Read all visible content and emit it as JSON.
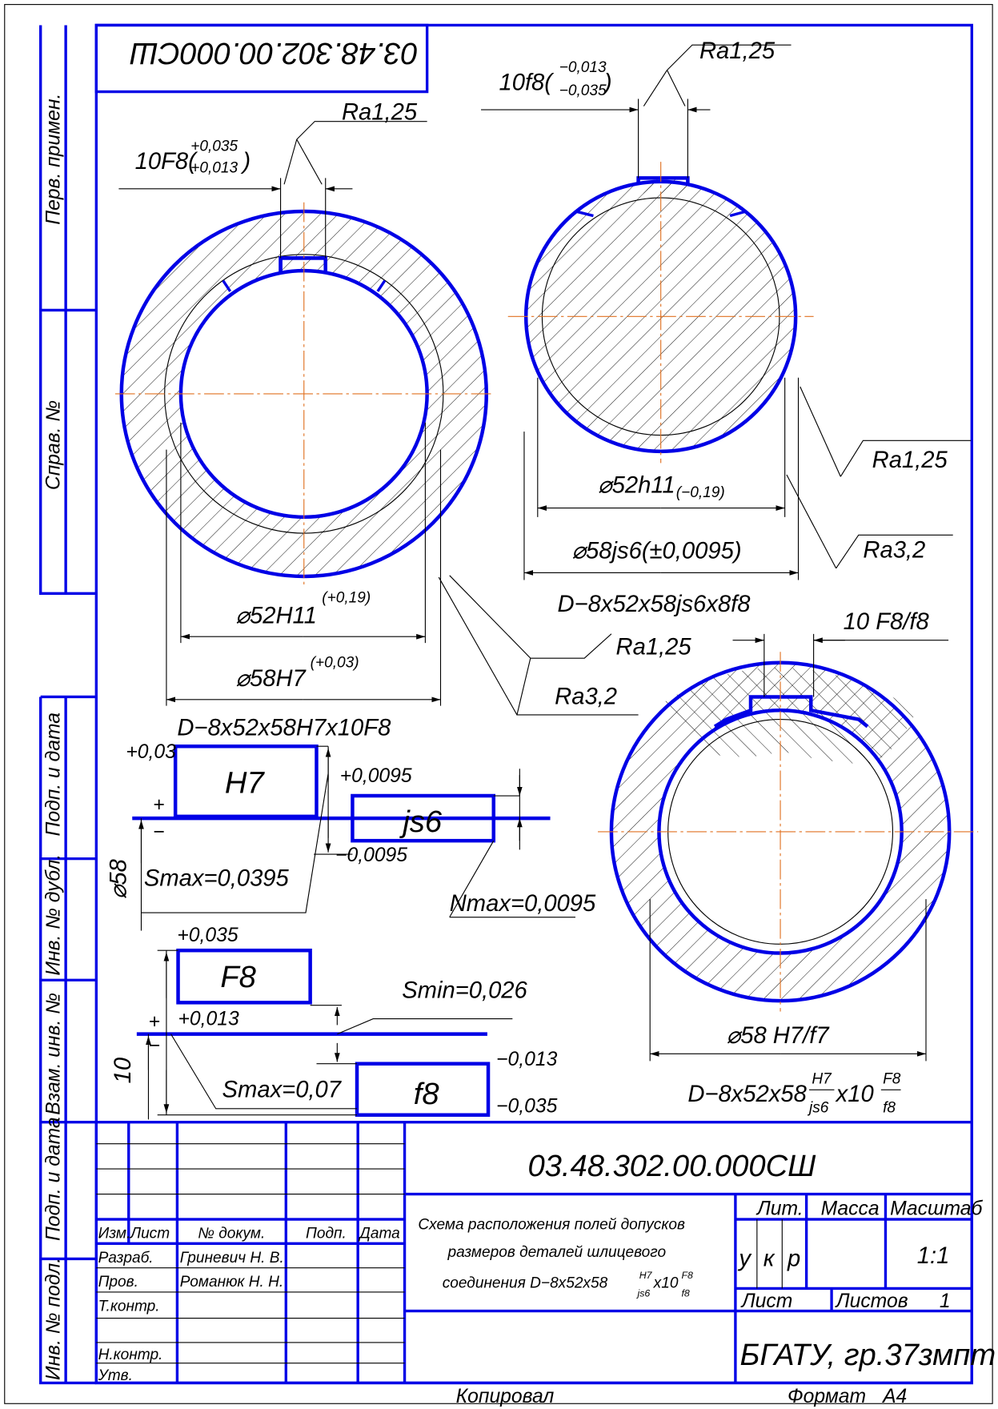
{
  "stamp": {
    "designation_inverted": "03.48.302.00.000СШ",
    "designation": "03.48.302.00.000СШ",
    "title_line1": "Схема расположения полей допусков",
    "title_line2": "размеров деталей шлицевого",
    "title_line3": "соединения D−8x52x58",
    "title_frac1_num": "H7",
    "title_frac1_den": "js6",
    "title_x10": "x10",
    "title_frac2_num": "F8",
    "title_frac2_den": "f8",
    "headers": {
      "izm": "Изм.",
      "list": "Лист",
      "doc": "№ докум.",
      "sign": "Подп.",
      "date": "Дата"
    },
    "roles": [
      "Разраб.",
      "Пров.",
      "Т.контр.",
      "Н.контр.",
      "Утв."
    ],
    "names": [
      "Гриневич Н. В.",
      "Романюк Н. Н."
    ],
    "lit_label": "Лит.",
    "mass_label": "Масса",
    "scale_label": "Масштаб",
    "lit_values": [
      "у",
      "к",
      "р"
    ],
    "scale_value": "1:1",
    "sheet_label": "Лист",
    "sheets_label": "Листов",
    "sheets_value": "1",
    "organization": "БГАТУ, гр.37змпт",
    "copied": "Копировал",
    "format_label": "Формат",
    "format_value": "А4"
  },
  "side_strip": [
    "Перв. примен.",
    "Справ. №",
    "Подп. и дата",
    "Инв. № дубл.",
    "Взам. инв. №",
    "Подп. и дата",
    "Инв. № подл."
  ],
  "hub": {
    "keyway_fit": "10F8(",
    "keyway_upper": "+0,035",
    "keyway_lower": "+0,013",
    "keyway_close": ")",
    "keyway_ra": "Ra1,25",
    "d52": "⌀52H11",
    "d52_tol": "(+0,19)",
    "d58": "⌀58H7",
    "d58_tol": "(+0,03)",
    "designation": "D−8x52x58H7x10F8",
    "ra1": "Ra1,25",
    "ra2": "Ra3,2"
  },
  "shaft": {
    "key_fit": "10f8(",
    "key_upper": "−0,013",
    "key_lower": "−0,035",
    "key_close": ")",
    "key_ra": "Ra1,25",
    "d52": "⌀52h11",
    "d52_tol": "(−0,19)",
    "d58": "⌀58js6(±0,0095)",
    "designation": "D−8x52x58js6x8f8",
    "ra1": "Ra1,25",
    "ra2": "Ra3,2"
  },
  "assembly": {
    "key_fit": "10 F8/f8",
    "d58": "⌀58 H7/f7",
    "designation": "D−8x52x58",
    "frac1_num": "H7",
    "frac1_den": "js6",
    "x10": "x10",
    "frac2_num": "F8",
    "frac2_den": "f8"
  },
  "tolerance_d58": {
    "hole_upper": "+0,03",
    "hole_label": "H7",
    "shaft_upper": "+0,0095",
    "shaft_label": "js6",
    "shaft_lower": "−0,0095",
    "plus": "+",
    "minus": "−",
    "nominal": "⌀58",
    "smax": "Smax=0,0395",
    "nmax": "Nmax=0,0095"
  },
  "tolerance_b10": {
    "hole_upper": "+0,035",
    "hole_label": "F8",
    "hole_lower": "+0,013",
    "smin": "Smin=0,026",
    "plus": "+",
    "minus": "−",
    "nominal": "10",
    "smax": "Smax=0,07",
    "shaft_label": "f8",
    "shaft_upper": "−0,013",
    "shaft_lower": "−0,035"
  }
}
